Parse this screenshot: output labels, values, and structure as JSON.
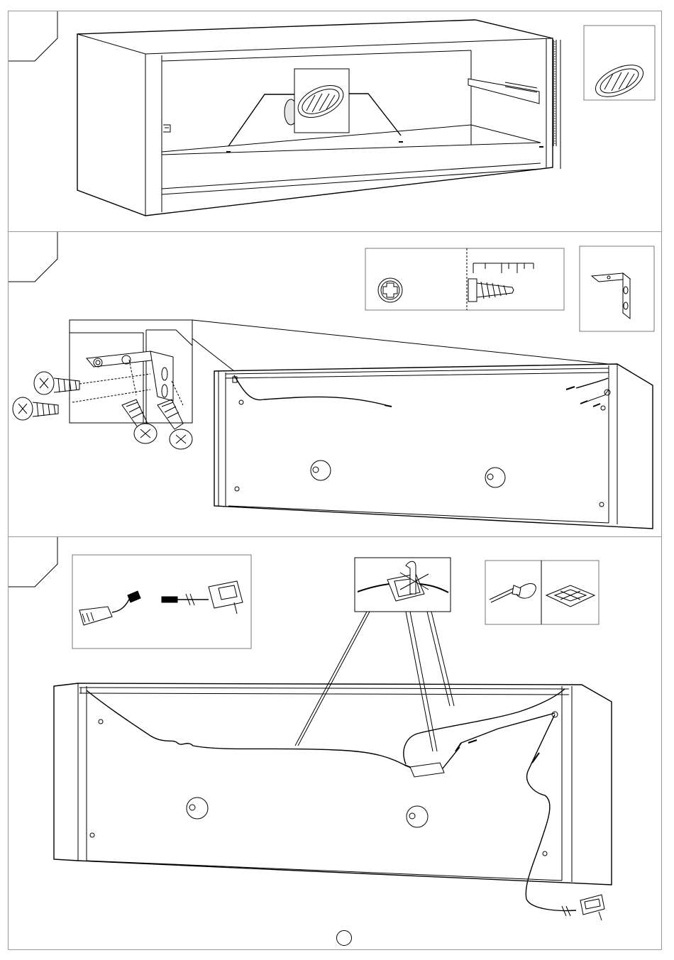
{
  "document": {
    "type": "assembly-instructions",
    "steps": [
      {
        "id": "step-a",
        "content": "mount-light-fixture"
      },
      {
        "id": "step-b",
        "content": "fix-bracket-with-screws"
      },
      {
        "id": "step-c",
        "content": "route-cable-and-connect-adapter"
      }
    ],
    "page_number": ""
  },
  "icons": {
    "light": "led-puck-light-icon",
    "screw_head": "phillips-screw-head-icon",
    "screw": "wood-screw-icon",
    "bracket": "angle-bracket-icon",
    "connector": "cable-connector-icon",
    "adapter": "power-adapter-icon",
    "cable_tie": "cable-tie-icon",
    "tie_mount": "adhesive-tie-mount-icon"
  },
  "colors": {
    "line": "#000000",
    "frame": "#9a9a9a",
    "background": "#ffffff"
  }
}
